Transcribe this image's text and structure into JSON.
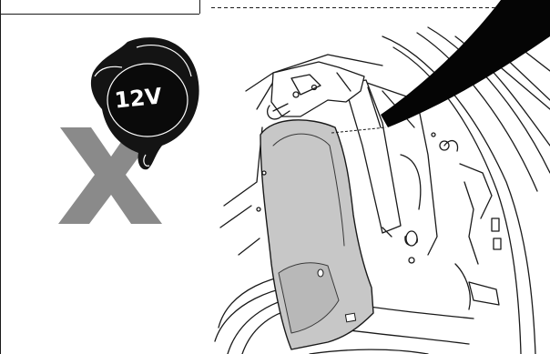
{
  "socket": {
    "label": "12V",
    "icon": "power-socket-icon"
  },
  "prohibition": {
    "icon": "cross-x-icon"
  },
  "illustration": {
    "subject": "trunk-side-panel-open",
    "icon": "trunk-illustration"
  },
  "colors": {
    "line": "#1a1a1a",
    "cross": "#8a8a8a",
    "cover_fill": "#c7c7c7",
    "callout": "#050505",
    "background": "#ffffff"
  }
}
